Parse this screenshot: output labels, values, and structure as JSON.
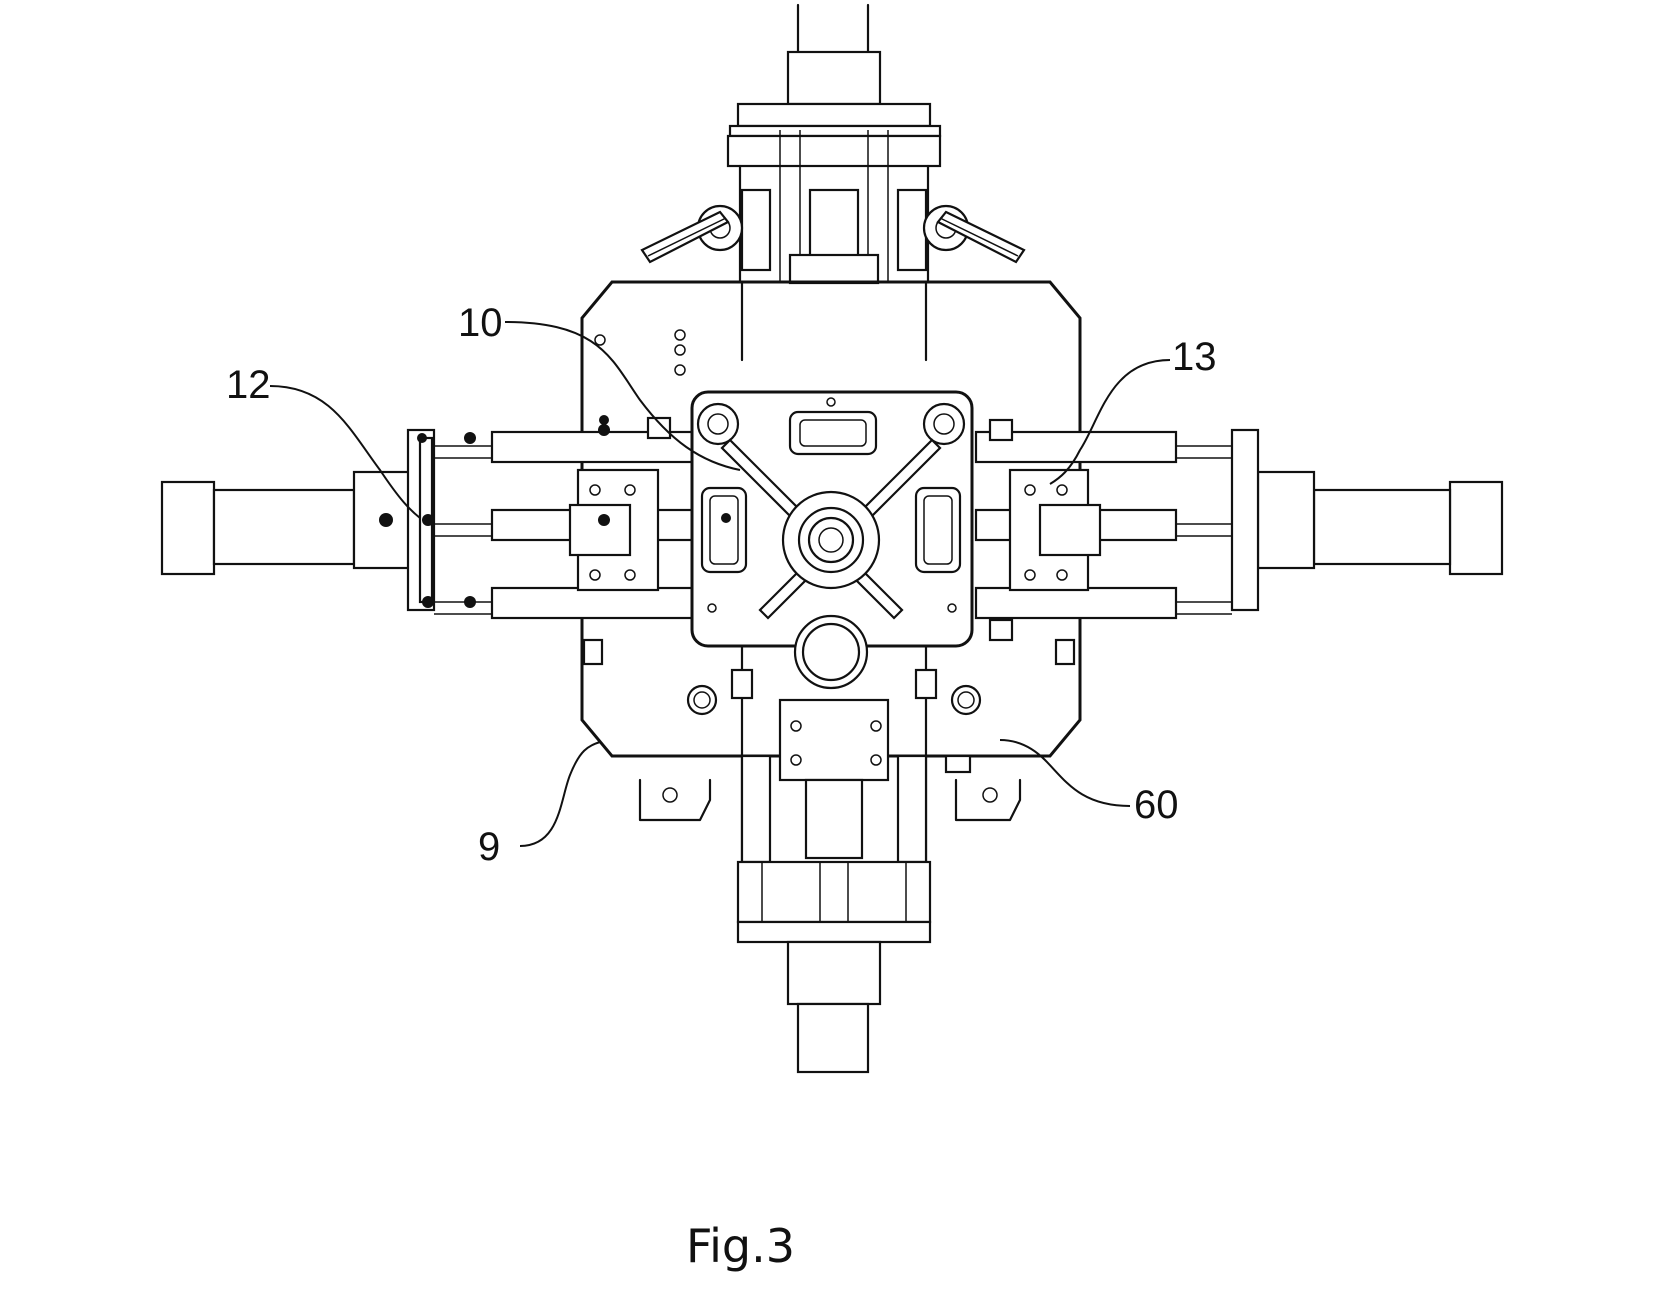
{
  "figure": {
    "caption": "Fig.3",
    "reference_labels": {
      "label_10": "10",
      "label_12": "12",
      "label_13": "13",
      "label_60": "60",
      "label_9": "9"
    }
  }
}
